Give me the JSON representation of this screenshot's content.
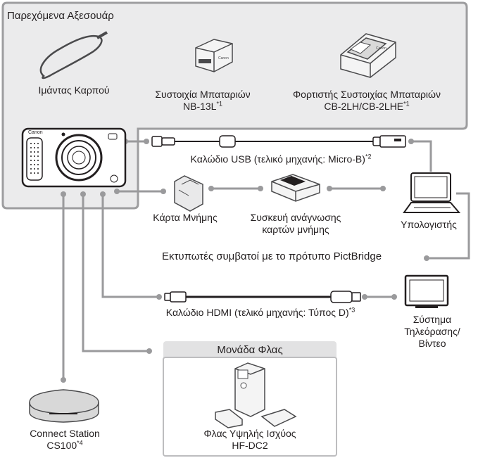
{
  "accessories_box": {
    "title": "Παρεχόμενα Αξεσουάρ"
  },
  "items": {
    "wrist_strap": "Ιμάντας Καρπού",
    "battery_line1": "Συστοιχία Μπαταριών",
    "battery_line2": "NB-13L",
    "battery_note": "*1",
    "charger_line1": "Φορτιστής Συστοιχίας Μπαταριών",
    "charger_line2": "CB-2LH/CB-2LHE",
    "charger_note": "*1",
    "camera_brand": "Canon",
    "usb_cable": "Καλώδιο USB (τελικό μηχανής: Micro-B)",
    "usb_note": "*2",
    "memory_card": "Κάρτα Μνήμης",
    "card_reader_line1": "Συσκευή ανάγνωσης",
    "card_reader_line2": "καρτών μνήμης",
    "computer": "Υπολογιστής",
    "printers": "Εκτυπωτές συμβατοί με το πρότυπο PictBridge",
    "hdmi_cable": "Καλώδιο HDMI (τελικό μηχανής: Τύπος D)",
    "hdmi_note": "*3",
    "tv_line1": "Σύστημα",
    "tv_line2": "Τηλεόρασης/",
    "tv_line3": "Βίντεο",
    "flash_box_title": "Μονάδα Φλας",
    "flash_line1": "Φλας Υψηλής Ισχύος",
    "flash_line2": "HF-DC2",
    "connect_line1": "Connect Station",
    "connect_line2": "CS100",
    "connect_note": "*4"
  },
  "colors": {
    "box_fill": "#ebebec",
    "box_border": "#9d9d9f",
    "connector": "#9a9a9c",
    "dark": "#231f20"
  }
}
